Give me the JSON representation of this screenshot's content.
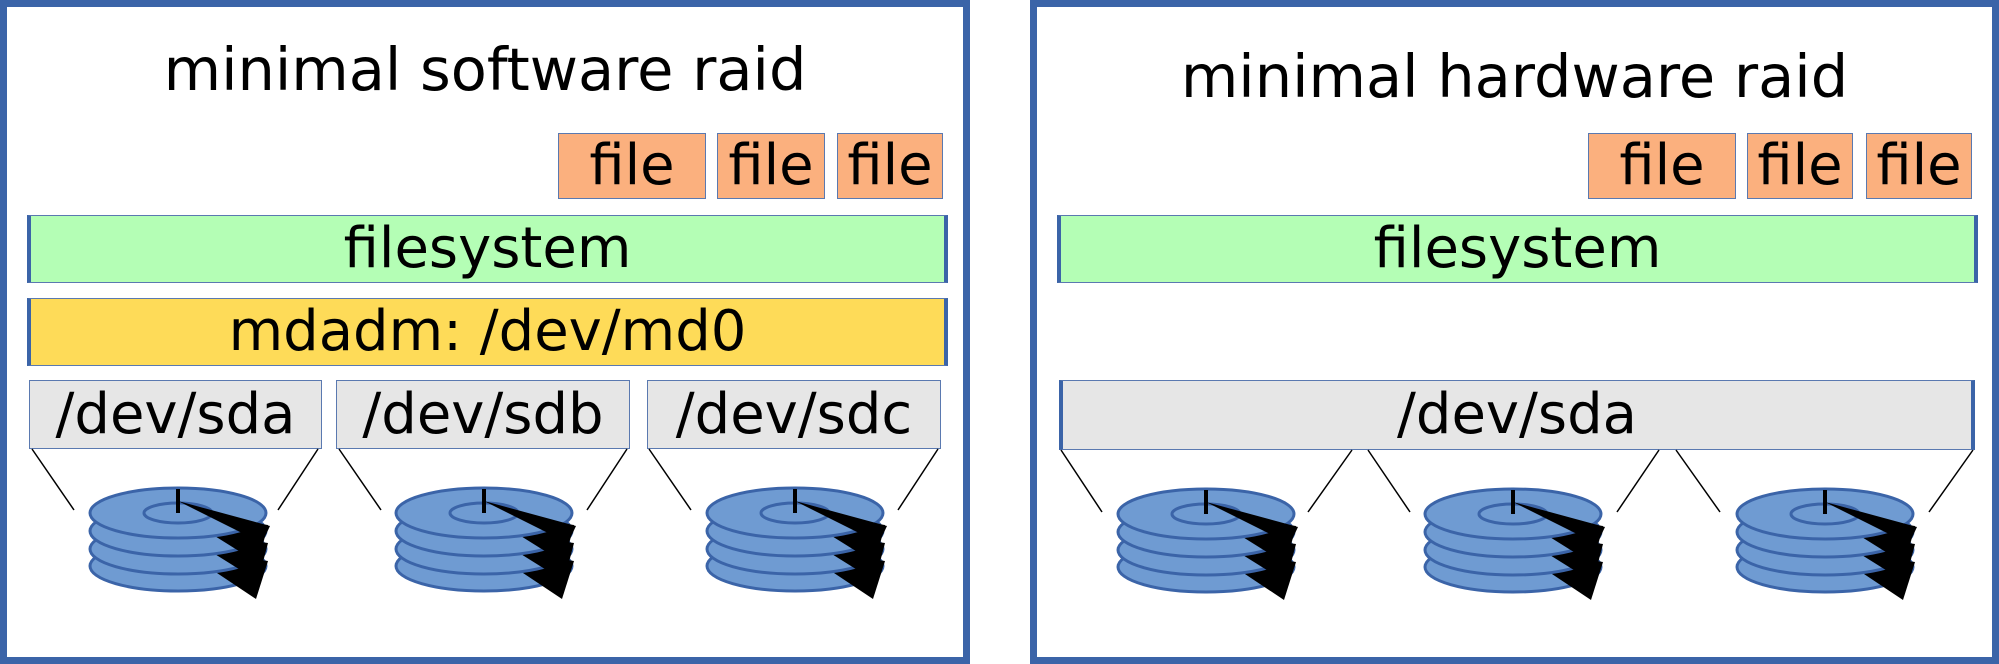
{
  "software_raid": {
    "title": "minimal software raid",
    "files": [
      "file",
      "file",
      "file"
    ],
    "filesystem": "filesystem",
    "mdadm": "mdadm: /dev/md0",
    "devices": [
      "/dev/sda",
      "/dev/sdb",
      "/dev/sdc"
    ]
  },
  "hardware_raid": {
    "title": "minimal hardware raid",
    "files": [
      "file",
      "file",
      "file"
    ],
    "filesystem": "filesystem",
    "device": "/dev/sda"
  },
  "colors": {
    "frame": "#3b64a8",
    "file": "#fbb07e",
    "filesystem": "#b4feb5",
    "mdadm": "#fedb58",
    "device": "#e6e6e6",
    "disk": "#6f9bd2"
  },
  "icons": {
    "disk": "hard-disk-platter-stack-icon"
  }
}
